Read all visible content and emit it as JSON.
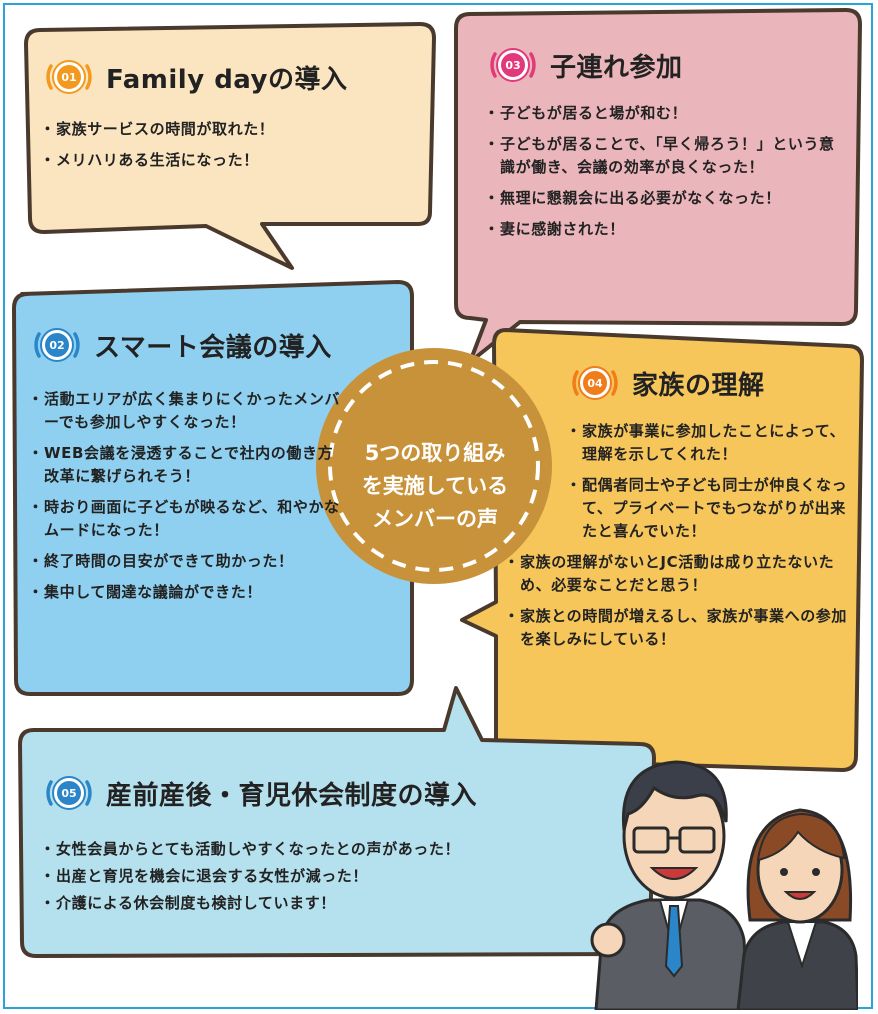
{
  "colors": {
    "frame": "#2aa3d9",
    "bubble1_fill": "#fbe5c0",
    "bubble2_fill": "#8fd0f0",
    "bubble3_fill": "#eab6bb",
    "bubble4_fill": "#f6c65b",
    "bubble5_fill": "#b5e0ee",
    "center_fill": "#c8923b",
    "badge1": "#f39a1e",
    "badge2": "#2a86c8",
    "badge3": "#e2397a",
    "badge4": "#f07d1a",
    "badge5": "#2a86c8"
  },
  "center": {
    "text": "5つの取り組み\nを実施している\nメンバーの声"
  },
  "sections": [
    {
      "number": "01",
      "icon": "badge-icon",
      "title": "Family dayの導入",
      "items": [
        "家族サービスの時間が取れた！",
        "メリハリある生活になった！"
      ]
    },
    {
      "number": "02",
      "icon": "badge-icon",
      "title": "スマート会議の導入",
      "items": [
        "活動エリアが広く集まりにくかったメンバーでも参加しやすくなった！",
        "WEB会議を浸透することで社内の働き方改革に繋げられそう！",
        "時おり画面に子どもが映るなど、和やかなムードになった！",
        "終了時間の目安ができて助かった！",
        "集中して闊達な議論ができた！"
      ]
    },
    {
      "number": "03",
      "icon": "badge-icon",
      "title": "子連れ参加",
      "items": [
        "子どもが居ると場が和む！",
        "子どもが居ることで、「早く帰ろう！」という意識が働き、会議の効率が良くなった！",
        "無理に懇親会に出る必要がなくなった！",
        "妻に感謝された！"
      ]
    },
    {
      "number": "04",
      "icon": "badge-icon",
      "title": "家族の理解",
      "items": [
        "家族が事業に参加したことによって、理解を示してくれた！",
        "配偶者同士や子ども同士が仲良くなって、プライベートでもつながりが出来たと喜んでいた！",
        "家族の理解がないとJC活動は成り立たないため、必要なことだと思う！",
        "家族との時間が増えるし、家族が事業への参加を楽しみにしている！"
      ]
    },
    {
      "number": "05",
      "icon": "badge-icon",
      "title": "産前産後・育児休会制度の導入",
      "items": [
        "女性会員からとても活動しやすくなったとの声があった！",
        "出産と育児を機会に退会する女性が減った！",
        "介護による休会制度も検討しています！"
      ]
    }
  ]
}
